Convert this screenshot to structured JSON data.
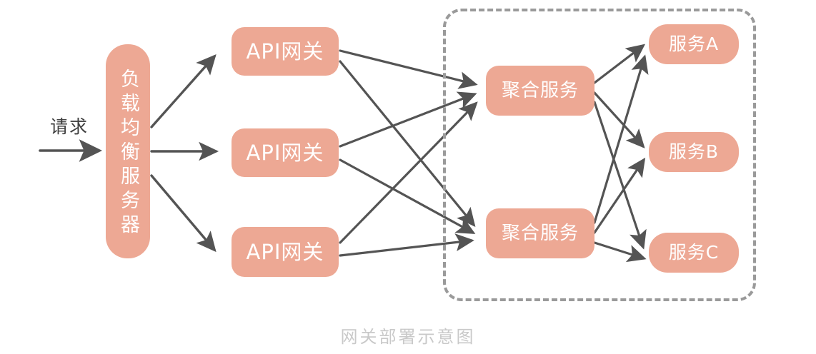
{
  "diagram": {
    "caption": "网关部署示意图",
    "request_label": "请求",
    "colors": {
      "node_fill": "#eda894",
      "node_text": "#ffffff",
      "arrow": "#545454",
      "group_border": "#9a9a9a",
      "caption_text": "#c9c9c9",
      "background": "#ffffff"
    },
    "load_balancer": {
      "label": "负载均衡服务器"
    },
    "gateways": [
      {
        "label": "API网关"
      },
      {
        "label": "API网关"
      },
      {
        "label": "API网关"
      }
    ],
    "aggregators": [
      {
        "label": "聚合服务"
      },
      {
        "label": "聚合服务"
      }
    ],
    "services": [
      {
        "label": "服务A"
      },
      {
        "label": "服务B"
      },
      {
        "label": "服务C"
      }
    ],
    "group": {
      "label": ""
    },
    "edges": [
      {
        "from": "request",
        "to": "load-balancer"
      },
      {
        "from": "load-balancer",
        "to": "gateway-1"
      },
      {
        "from": "load-balancer",
        "to": "gateway-2"
      },
      {
        "from": "load-balancer",
        "to": "gateway-3"
      },
      {
        "from": "gateway-1",
        "to": "aggregator-1"
      },
      {
        "from": "gateway-1",
        "to": "aggregator-2"
      },
      {
        "from": "gateway-2",
        "to": "aggregator-1"
      },
      {
        "from": "gateway-2",
        "to": "aggregator-2"
      },
      {
        "from": "gateway-3",
        "to": "aggregator-1"
      },
      {
        "from": "gateway-3",
        "to": "aggregator-2"
      },
      {
        "from": "aggregator-1",
        "to": "service-a"
      },
      {
        "from": "aggregator-1",
        "to": "service-b"
      },
      {
        "from": "aggregator-1",
        "to": "service-c"
      },
      {
        "from": "aggregator-2",
        "to": "service-a"
      },
      {
        "from": "aggregator-2",
        "to": "service-b"
      },
      {
        "from": "aggregator-2",
        "to": "service-c"
      }
    ]
  }
}
